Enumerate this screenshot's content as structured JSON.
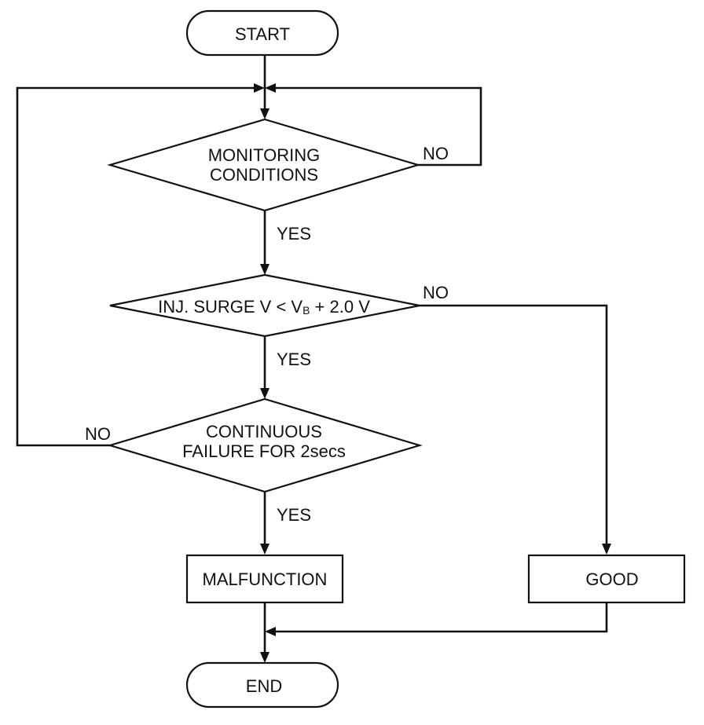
{
  "nodes": {
    "start": "START",
    "monitoring": [
      "MONITORING",
      "CONDITIONS"
    ],
    "surge": {
      "main": "INJ. SURGE V < V",
      "sub": "B",
      "tail": " + 2.0 V"
    },
    "continuous": [
      "CONTINUOUS",
      "FAILURE FOR 2secs"
    ],
    "malfunction": "MALFUNCTION",
    "good": "GOOD",
    "end": "END"
  },
  "labels": {
    "monitoring_no": "NO",
    "monitoring_yes": "YES",
    "surge_no": "NO",
    "surge_yes": "YES",
    "continuous_no": "NO",
    "continuous_yes": "YES"
  }
}
